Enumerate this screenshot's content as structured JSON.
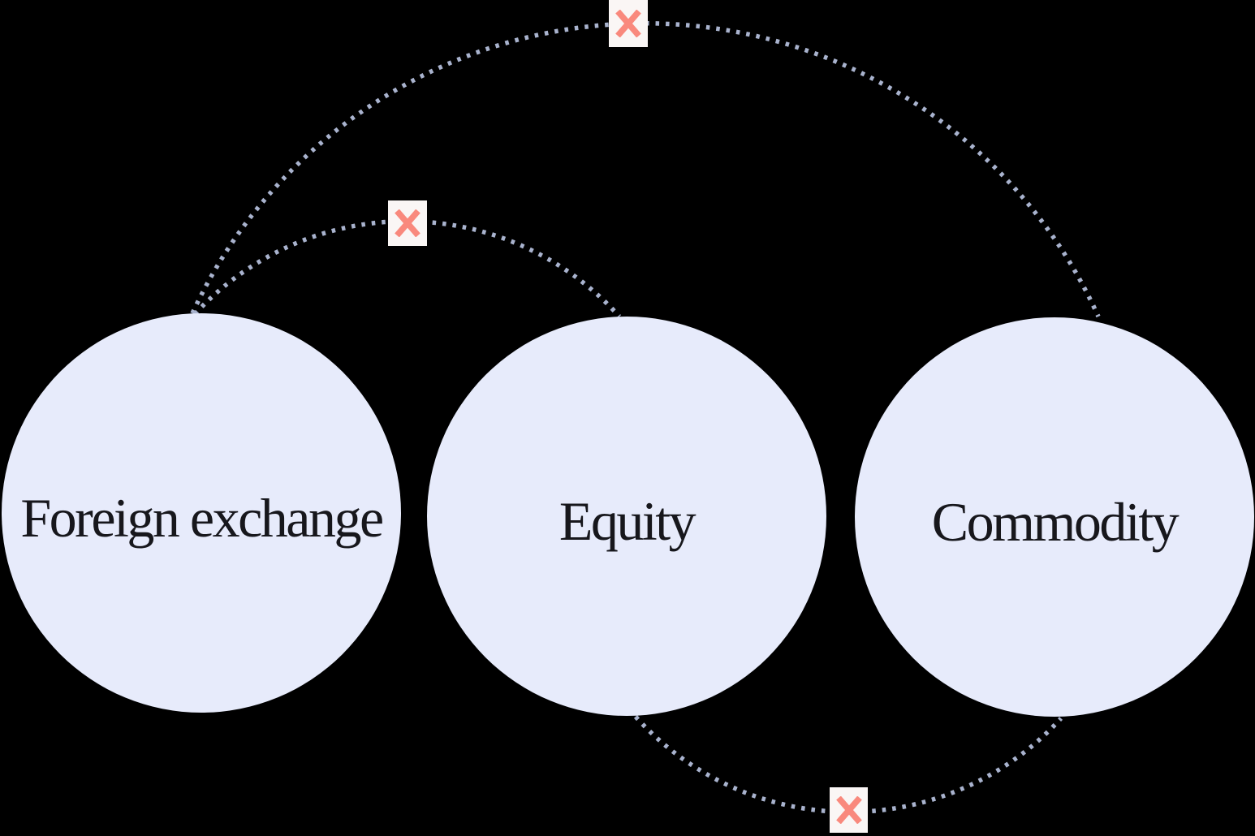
{
  "background_color": "#000000",
  "diagram": {
    "type": "relationship-diagram",
    "description": "Three asset-class circles connected by dashed arcs, each arc crossed out with an X marker",
    "nodes": [
      {
        "id": "foreign-exchange",
        "label": "Foreign exchange"
      },
      {
        "id": "equity",
        "label": "Equity"
      },
      {
        "id": "commodity",
        "label": "Commodity"
      }
    ],
    "connections": [
      {
        "from": "foreign-exchange",
        "to": "commodity",
        "style": "dashed-arc",
        "marker": "x-icon"
      },
      {
        "from": "foreign-exchange",
        "to": "equity",
        "style": "dashed-arc",
        "marker": "x-icon"
      },
      {
        "from": "equity",
        "to": "commodity",
        "style": "dashed-arc",
        "marker": "x-icon"
      }
    ],
    "colors": {
      "circle_fill": "#E7EBFB",
      "label_text": "#17171C",
      "dash": "#A9B3CE",
      "x_mark": "#F9897D",
      "x_box": "#FAF6F5",
      "background": "#000000"
    }
  }
}
